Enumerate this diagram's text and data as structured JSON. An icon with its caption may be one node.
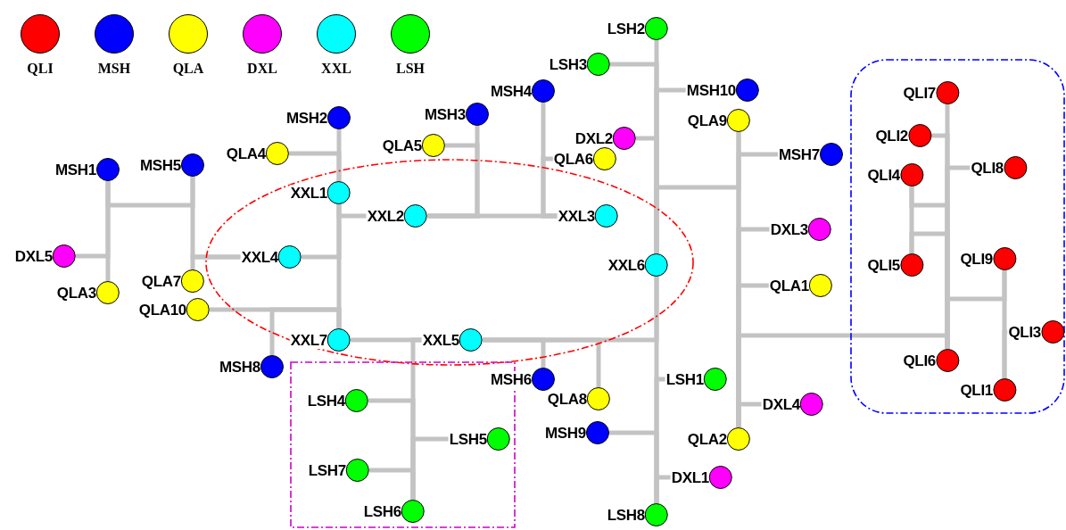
{
  "diagram": {
    "nodes": [
      {
        "text": [
          "LSH2"
        ]
      },
      {
        "text": [
          "LSH3"
        ]
      },
      {
        "text": [
          "MSH10"
        ]
      },
      {
        "text": [
          "MSH4"
        ]
      },
      {
        "text": [
          "MSH2"
        ]
      },
      {
        "text": [
          "MSH3"
        ]
      },
      {
        "text": [
          "QLA9"
        ]
      },
      {
        "text": [
          "DXL2"
        ]
      },
      {
        "text": [
          "QLA5"
        ]
      },
      {
        "text": [
          "QLA4"
        ]
      },
      {
        "text": [
          "QLA6"
        ]
      },
      {
        "text": [
          "MSH7"
        ]
      },
      {
        "text": [
          "MSH1"
        ]
      },
      {
        "text": [
          "MSH5"
        ]
      },
      {
        "text": [],
        "shape": "ellipse"
      },
      {
        "text": [
          "XXL1"
        ],
        "in": 14
      },
      {
        "text": [
          "XXL2"
        ],
        "in": 14
      },
      {
        "text": [
          "XXL3"
        ],
        "in": 14
      },
      {
        "text": [
          "XXL4"
        ],
        "in": 14
      },
      {
        "text": [
          "XXL6"
        ],
        "in": 14
      },
      {
        "text": [
          "XXL7"
        ],
        "in": 14
      },
      {
        "text": [
          "XXL5"
        ],
        "in": 14
      },
      {
        "text": [
          "DXL3"
        ]
      },
      {
        "text": [
          "DXL5"
        ]
      },
      {
        "text": [
          "QLA7"
        ]
      },
      {
        "text": [
          "QLA1"
        ]
      },
      {
        "text": [
          "QLA3"
        ]
      },
      {
        "text": [
          "QLA10"
        ]
      },
      {
        "text": [
          "MSH8"
        ]
      },
      {
        "text": [
          "MSH6"
        ]
      },
      {
        "text": [
          "LSH1"
        ]
      },
      {
        "text": [
          "QLA8"
        ]
      },
      {
        "text": [
          "DXL4"
        ]
      },
      {
        "text": [
          "MSH9"
        ]
      },
      {
        "text": [
          "QLA2"
        ]
      },
      {
        "text": [
          "DXL1"
        ]
      },
      {
        "text": [
          "LSH8"
        ]
      },
      {
        "text": [],
        "shape": "box"
      },
      {
        "text": [
          "LSH4"
        ],
        "in": 37
      },
      {
        "text": [
          "LSH5"
        ],
        "in": 37
      },
      {
        "text": [
          "LSH7"
        ],
        "in": 37
      },
      {
        "text": [
          "LSH6"
        ],
        "in": 37
      },
      {
        "text": [],
        "shape": "box"
      },
      {
        "text": [
          "QLI7"
        ],
        "in": 42
      },
      {
        "text": [
          "QLI2"
        ],
        "in": 42
      },
      {
        "text": [
          "QLI8"
        ],
        "in": 42
      },
      {
        "text": [
          "QLI4"
        ],
        "in": 42
      },
      {
        "text": [
          "QLI5"
        ],
        "in": 42
      },
      {
        "text": [
          "QLI9"
        ],
        "in": 42
      },
      {
        "text": [
          "QLI3"
        ],
        "in": 42
      },
      {
        "text": [
          "QLI6"
        ],
        "in": 42
      },
      {
        "text": [
          "QLI1"
        ],
        "in": 42
      }
    ],
    "edges": [
      {
        "from": 0,
        "to": 19,
        "arrow": "none"
      },
      {
        "from": 1,
        "to": 19,
        "arrow": "none"
      },
      {
        "from": 2,
        "to": 19,
        "arrow": "none"
      },
      {
        "from": 7,
        "to": 19,
        "arrow": "none"
      },
      {
        "from": 6,
        "to": 19,
        "arrow": "none"
      },
      {
        "from": 6,
        "to": 34,
        "arrow": "none"
      },
      {
        "from": 11,
        "to": 34,
        "arrow": "none"
      },
      {
        "from": 22,
        "to": 34,
        "arrow": "none"
      },
      {
        "from": 25,
        "to": 34,
        "arrow": "none"
      },
      {
        "from": 32,
        "to": 34,
        "arrow": "none"
      },
      {
        "from": 50,
        "to": 34,
        "arrow": "none"
      },
      {
        "from": 43,
        "to": 50,
        "arrow": "none"
      },
      {
        "from": 44,
        "to": 50,
        "arrow": "none"
      },
      {
        "from": 45,
        "to": 50,
        "arrow": "none"
      },
      {
        "from": 46,
        "to": 50,
        "arrow": "none"
      },
      {
        "from": 47,
        "to": 50,
        "arrow": "none"
      },
      {
        "from": 46,
        "to": 47,
        "arrow": "none"
      },
      {
        "from": 48,
        "to": 50,
        "arrow": "none"
      },
      {
        "from": 48,
        "to": 51,
        "arrow": "none"
      },
      {
        "from": 49,
        "to": 51,
        "arrow": "none"
      },
      {
        "from": 19,
        "to": 36,
        "arrow": "none"
      },
      {
        "from": 30,
        "to": 36,
        "arrow": "none"
      },
      {
        "from": 33,
        "to": 36,
        "arrow": "none"
      },
      {
        "from": 35,
        "to": 36,
        "arrow": "none"
      },
      {
        "from": 21,
        "to": 19,
        "arrow": "none"
      },
      {
        "from": 29,
        "to": 21,
        "arrow": "none"
      },
      {
        "from": 31,
        "to": 21,
        "arrow": "none"
      },
      {
        "from": 20,
        "to": 21,
        "arrow": "none"
      },
      {
        "from": 41,
        "to": 21,
        "arrow": "none"
      },
      {
        "from": 38,
        "to": 41,
        "arrow": "none"
      },
      {
        "from": 39,
        "to": 41,
        "arrow": "none"
      },
      {
        "from": 40,
        "to": 41,
        "arrow": "none"
      },
      {
        "from": 4,
        "to": 15,
        "arrow": "none"
      },
      {
        "from": 9,
        "to": 15,
        "arrow": "none"
      },
      {
        "from": 15,
        "to": 20,
        "arrow": "none"
      },
      {
        "from": 16,
        "to": 15,
        "arrow": "none"
      },
      {
        "from": 17,
        "to": 16,
        "arrow": "none"
      },
      {
        "from": 5,
        "to": 16,
        "arrow": "none"
      },
      {
        "from": 8,
        "to": 16,
        "arrow": "none"
      },
      {
        "from": 3,
        "to": 17,
        "arrow": "none"
      },
      {
        "from": 10,
        "to": 17,
        "arrow": "none"
      },
      {
        "from": 18,
        "to": 15,
        "arrow": "none"
      },
      {
        "from": 27,
        "to": 20,
        "arrow": "none"
      },
      {
        "from": 28,
        "to": 20,
        "arrow": "none"
      },
      {
        "from": 13,
        "to": 18,
        "arrow": "none"
      },
      {
        "from": 24,
        "to": 18,
        "arrow": "none"
      },
      {
        "from": 12,
        "to": 13,
        "arrow": "none"
      },
      {
        "from": 26,
        "to": 12,
        "arrow": "none"
      },
      {
        "from": 23,
        "to": 12,
        "arrow": "none"
      }
    ],
    "legend": [
      {
        "text": "QLI",
        "color": "#ff0000"
      },
      {
        "text": "MSH",
        "color": "#0000ff"
      },
      {
        "text": "QLA",
        "color": "#ffff00"
      },
      {
        "text": "DXL",
        "color": "#ff00ff"
      },
      {
        "text": "XXL",
        "color": "#00ffff"
      },
      {
        "text": "LSH",
        "color": "#00ff00"
      }
    ]
  }
}
